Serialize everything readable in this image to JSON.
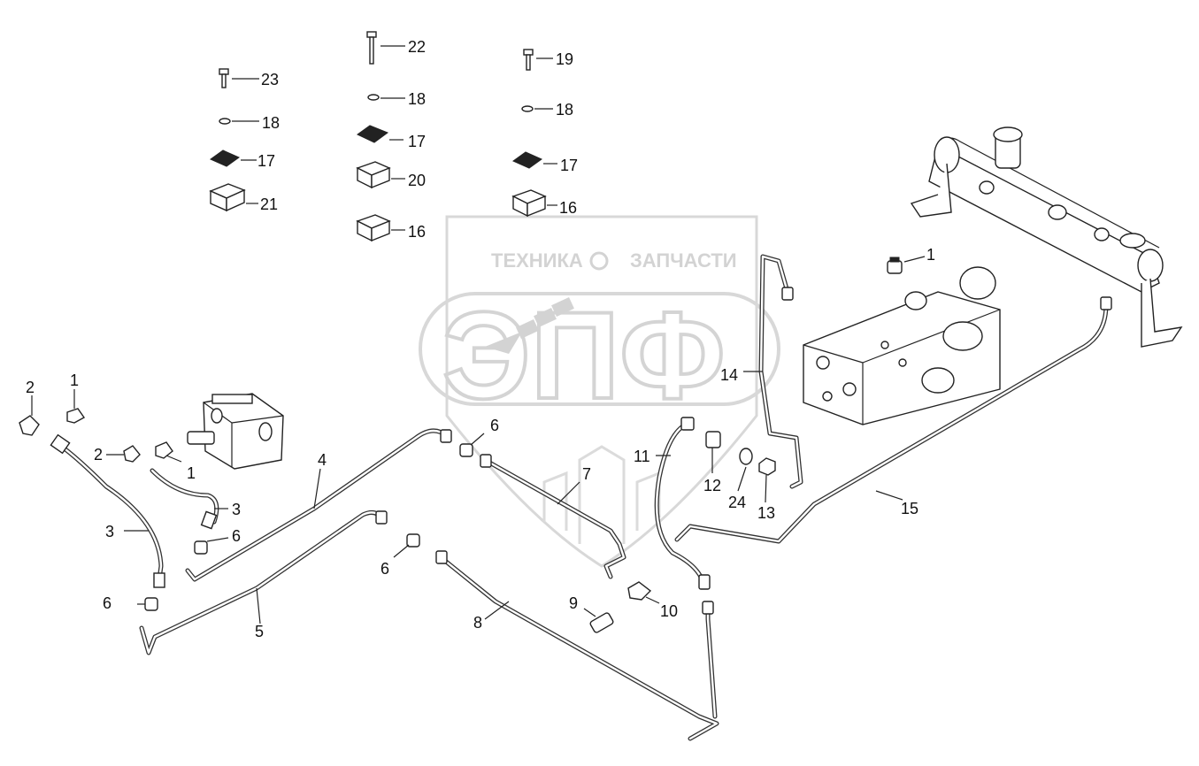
{
  "watermark": {
    "top_text_left": "ТЕХНИКА",
    "top_text_right": "ЗАПЧАСТИ",
    "logo_text": "ЭПФ",
    "color": "#d0d0d0"
  },
  "callouts": {
    "c22": "22",
    "c19": "19",
    "c23": "23",
    "c18a": "18",
    "c18b": "18",
    "c18c": "18",
    "c17a": "17",
    "c17b": "17",
    "c17c": "17",
    "c21": "21",
    "c20": "20",
    "c16a": "16",
    "c16b": "16",
    "c1a": "1",
    "c1b": "1",
    "c1c": "1",
    "c2a": "2",
    "c2b": "2",
    "c3a": "3",
    "c3b": "3",
    "c4": "4",
    "c5": "5",
    "c6a": "6",
    "c6b": "6",
    "c6c": "6",
    "c6d": "6",
    "c7": "7",
    "c8": "8",
    "c9": "9",
    "c10": "10",
    "c11": "11",
    "c12": "12",
    "c13": "13",
    "c14": "14",
    "c15": "15",
    "c24": "24"
  },
  "colors": {
    "ink": "#222222",
    "background": "#ffffff"
  }
}
